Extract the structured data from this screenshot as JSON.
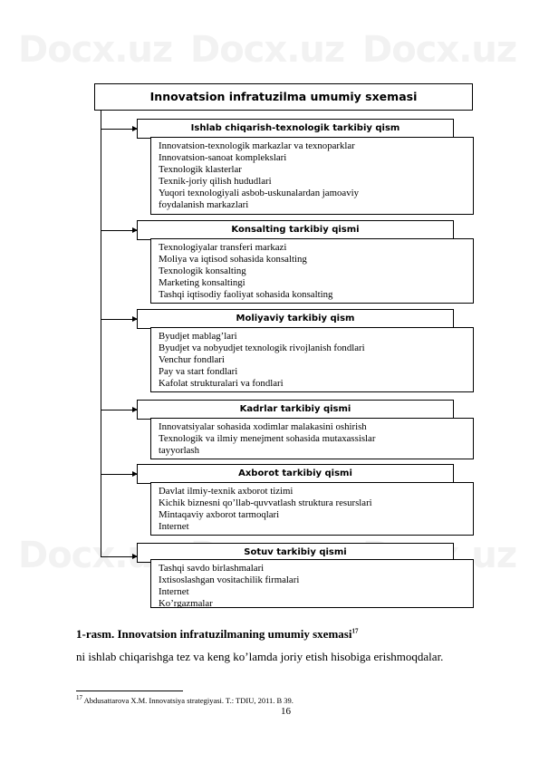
{
  "watermark": "Docx.uz",
  "diagram": {
    "title": "Innovatsion infratuzilma umumiy sxemasi",
    "sections": [
      {
        "header": "Ishlab chiqarish-texnologik tarkibiy qism",
        "items": [
          "Innovatsion-texnologik markazlar va texnoparklar",
          "Innovatsion-sanoat komplekslari",
          "Texnologik klasterlar",
          "Texnik-joriy qilish hududlari",
          "Yuqori texnologiyali asbob-uskunalardan jamoaviy",
          "foydalanish markazlari"
        ]
      },
      {
        "header": "Konsalting tarkibiy qismi",
        "items": [
          "Texnologiyalar transferi markazi",
          "Moliya va iqtisod sohasida konsalting",
          "Texnologik konsalting",
          "Marketing konsaltingi",
          "Tashqi iqtisodiy faoliyat sohasida konsalting"
        ]
      },
      {
        "header": "Moliyaviy tarkibiy qism",
        "items": [
          "Byudjet mablag’lari",
          "Byudjet va nobyudjet texnologik rivojlanish fondlari",
          "Venchur fondlari",
          "Pay va start fondlari",
          "Kafolat strukturalari va fondlari"
        ]
      },
      {
        "header": "Kadrlar tarkibiy qismi",
        "items": [
          "Innovatsiyalar sohasida xodimlar malakasini oshirish",
          "Texnologik va ilmiy menejment sohasida mutaxassislar",
          "tayyorlash"
        ]
      },
      {
        "header": "Axborot tarkibiy qismi",
        "items": [
          "Davlat ilmiy-texnik axborot tizimi",
          "Kichik biznesni qo’llab-quvvatlash struktura resurslari",
          "Mintaqaviy axborot tarmoqlari",
          "Internet"
        ]
      },
      {
        "header": "Sotuv tarkibiy qismi",
        "items": [
          "Tashqi savdo birlashmalari",
          "Ixtisoslashgan vositachilik firmalari",
          "Internet",
          "Ko’rgazmalar"
        ]
      }
    ]
  },
  "caption": {
    "text": "1-rasm. Innovatsion infratuzilmaning umumiy sxemasi",
    "footnote_ref": "17"
  },
  "body_text": "ni ishlab chiqarishga tez va keng ko’lamda joriy etish hisobiga erishmoqdalar.",
  "footnote": {
    "number": "17",
    "text": "Abdusattarova X.M. Innovatsiya strategiyasi. T.: TDIU, 2011. B 39."
  },
  "page_number": "16"
}
